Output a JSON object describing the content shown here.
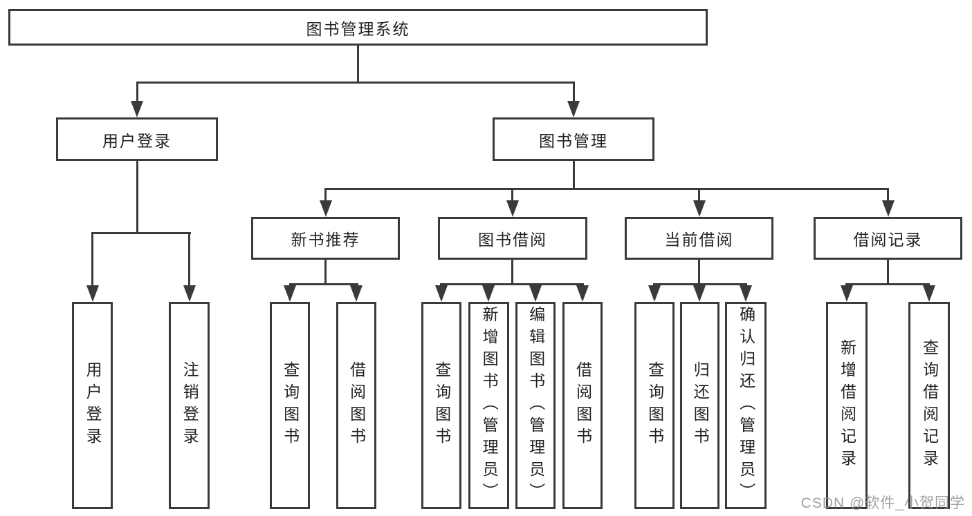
{
  "tree": {
    "label": "图书管理系统",
    "children": [
      {
        "label": "用户登录",
        "children": [
          {
            "label": "用户登录"
          },
          {
            "label": "注销登录"
          }
        ]
      },
      {
        "label": "图书管理",
        "children": [
          {
            "label": "新书推荐",
            "children": [
              {
                "label": "查询图书"
              },
              {
                "label": "借阅图书"
              }
            ]
          },
          {
            "label": "图书借阅",
            "children": [
              {
                "label": "查询图书"
              },
              {
                "label": "新增图书（管理员）"
              },
              {
                "label": "编辑图书（管理员）"
              },
              {
                "label": "借阅图书"
              }
            ]
          },
          {
            "label": "当前借阅",
            "children": [
              {
                "label": "查询图书"
              },
              {
                "label": "归还图书"
              },
              {
                "label": "确认归还（管理员）"
              }
            ]
          },
          {
            "label": "借阅记录",
            "children": [
              {
                "label": "新增借阅记录"
              },
              {
                "label": "查询借阅记录"
              }
            ]
          }
        ]
      }
    ]
  },
  "watermark": {
    "text": "CSDN @软件_小贺同学"
  },
  "colors": {
    "line": "#3a3a3a",
    "background": "#ffffff",
    "watermark": "#919191"
  }
}
